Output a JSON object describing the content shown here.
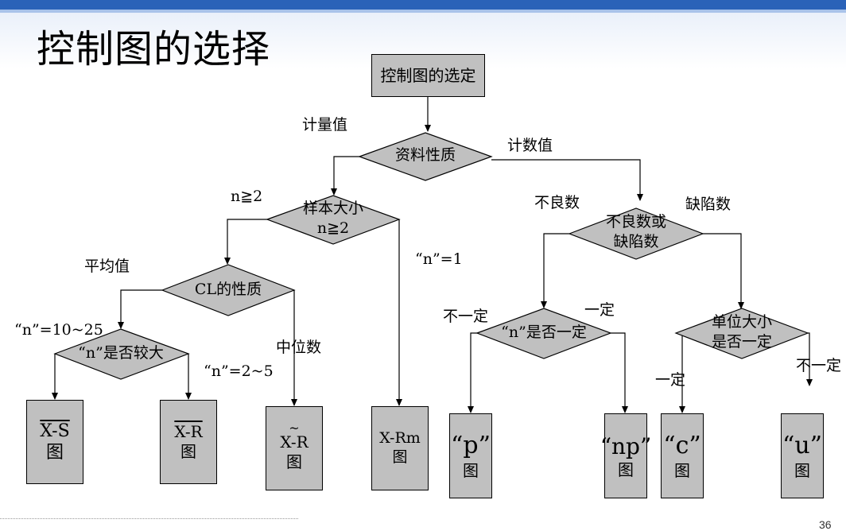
{
  "slide": {
    "title": "控制图的选择",
    "page_number": "36"
  },
  "colors": {
    "header_bar": "#2a62b8",
    "node_fill": "#c0c0c0",
    "line": "#000000"
  },
  "nodes": {
    "start": "控制图的选定",
    "data_nature": "资料性质",
    "sample_size": [
      "样本大小",
      "n≧2"
    ],
    "cl_nature": "CL的性质",
    "n_large": "“n”是否较大",
    "defect_type": [
      "不良数或",
      "缺陷数"
    ],
    "n_fixed": "“n”是否一定",
    "unit_fixed": [
      "单位大小",
      "是否一定"
    ]
  },
  "charts": {
    "xbar_s": {
      "main": "X-S",
      "sub": "图"
    },
    "xbar_r": {
      "main": "X-R",
      "sub": "图"
    },
    "xtilde_r": {
      "main": "X-R",
      "sub": "图",
      "mark": "~"
    },
    "x_rm": {
      "main": "X-Rm",
      "sub": "图"
    },
    "p": {
      "main": "“p”",
      "sub": "图"
    },
    "np": {
      "main": "“np”",
      "sub": "图"
    },
    "c": {
      "main": "“c”",
      "sub": "图"
    },
    "u": {
      "main": "“u”",
      "sub": "图"
    }
  },
  "edge_labels": {
    "variable": "计量值",
    "attribute": "计数值",
    "n_ge_2": "n≧2",
    "n_eq_1": "“n”=1",
    "average": "平均值",
    "median": "中位数",
    "n_10_25": "“n”=10~25",
    "n_2_5": "“n”=2~5",
    "defectives": "不良数",
    "defects": "缺陷数",
    "not_fixed_1": "不一定",
    "fixed_1": "一定",
    "fixed_2": "一定",
    "not_fixed_2": "不一定"
  }
}
